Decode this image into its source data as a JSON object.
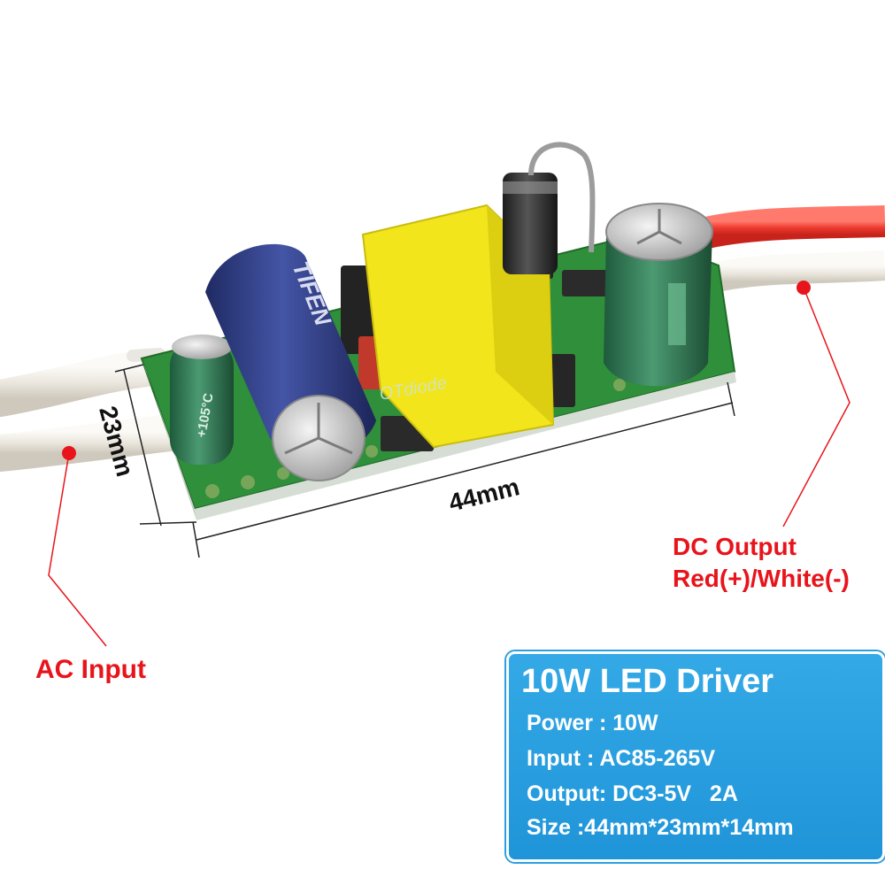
{
  "board_markings": {
    "brand": "TIFEN",
    "watermark": "OTdiode",
    "small_cap_text": "+105°C"
  },
  "dimensions": {
    "width_label": "44mm",
    "height_label": "23mm"
  },
  "callouts": {
    "ac_input": "AC Input",
    "dc_output_line1": "DC Output",
    "dc_output_line2": "Red(+)/White(-)"
  },
  "spec_panel": {
    "title": "10W LED Driver",
    "lines": [
      "Power : 10W",
      "Input : AC85-265V",
      "Output: DC3-5V   2A",
      "Size :44mm*23mm*14mm"
    ]
  },
  "colors": {
    "callout_red": "#e8141b",
    "panel_blue": "#2b9fe0",
    "pcb_green": "#2f8f3a",
    "transformer_yellow": "#f2e51b",
    "capacitor_blue": "#2f3d86",
    "capacitor_green": "#2f6e4c",
    "wire_red": "#ef3b32",
    "wire_white": "#eeeae2"
  }
}
